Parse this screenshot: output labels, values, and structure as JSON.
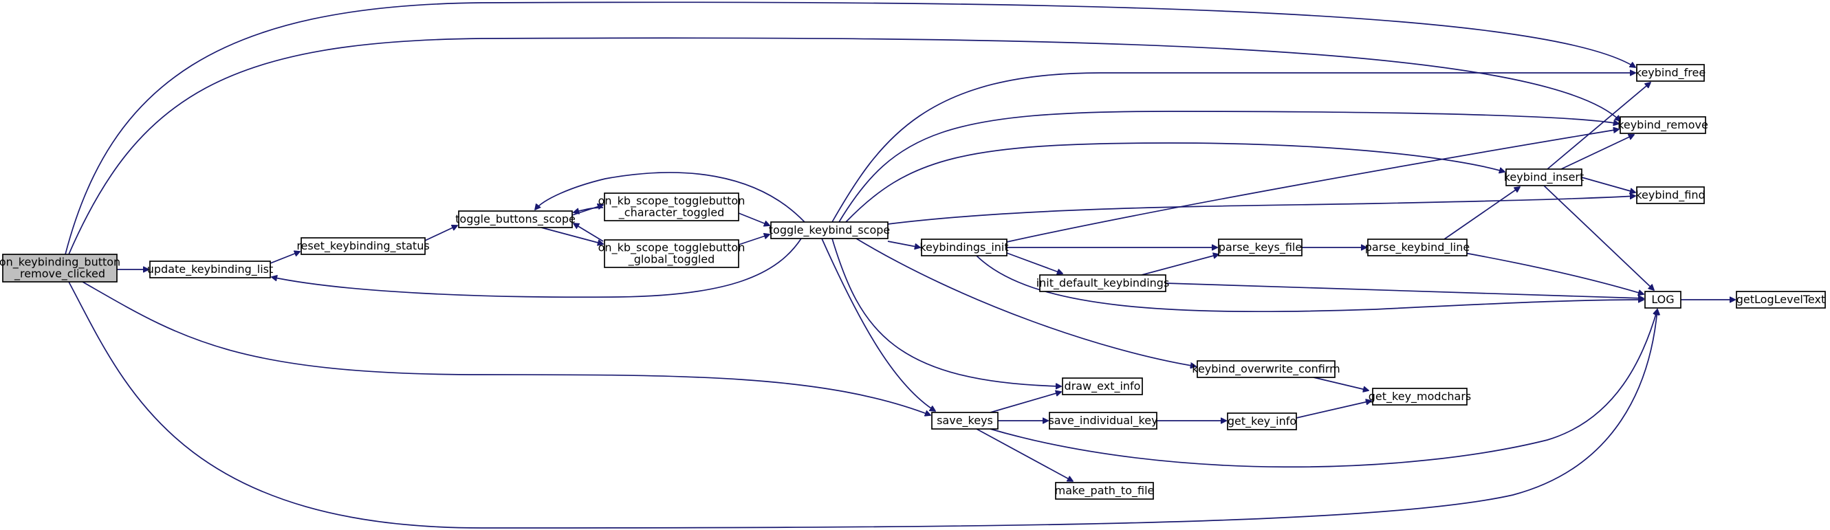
{
  "graph": {
    "colors": {
      "edge": "#191970",
      "node_border": "#000000",
      "root_fill": "#bfbfbf",
      "node_fill": "#ffffff"
    },
    "nodes": {
      "on_keybinding_button_remove_clicked": [
        "on_keybinding_button",
        "_remove_clicked"
      ],
      "update_keybinding_list": [
        "update_keybinding_list"
      ],
      "reset_keybinding_status": [
        "reset_keybinding_status"
      ],
      "toggle_buttons_scope": [
        "toggle_buttons_scope"
      ],
      "on_kb_scope_togglebutton_character_toggled": [
        "on_kb_scope_togglebutton",
        "_character_toggled"
      ],
      "on_kb_scope_togglebutton_global_toggled": [
        "on_kb_scope_togglebutton",
        "_global_toggled"
      ],
      "toggle_keybind_scope": [
        "toggle_keybind_scope"
      ],
      "keybindings_init": [
        "keybindings_init"
      ],
      "init_default_keybindings": [
        "init_default_keybindings"
      ],
      "parse_keys_file": [
        "parse_keys_file"
      ],
      "parse_keybind_line": [
        "parse_keybind_line"
      ],
      "keybind_insert": [
        "keybind_insert"
      ],
      "keybind_free": [
        "keybind_free"
      ],
      "keybind_remove": [
        "keybind_remove"
      ],
      "keybind_find": [
        "keybind_find"
      ],
      "LOG": [
        "LOG"
      ],
      "getLogLevelText": [
        "getLogLevelText"
      ],
      "keybind_overwrite_confirm": [
        "keybind_overwrite_confirm"
      ],
      "get_key_modchars": [
        "get_key_modchars"
      ],
      "draw_ext_info": [
        "draw_ext_info"
      ],
      "save_keys": [
        "save_keys"
      ],
      "save_individual_key": [
        "save_individual_key"
      ],
      "get_key_info": [
        "get_key_info"
      ],
      "make_path_to_file": [
        "make_path_to_file"
      ]
    },
    "edges": [
      [
        "on_keybinding_button_remove_clicked",
        "update_keybinding_list"
      ],
      [
        "on_keybinding_button_remove_clicked",
        "keybind_free"
      ],
      [
        "on_keybinding_button_remove_clicked",
        "keybind_remove"
      ],
      [
        "on_keybinding_button_remove_clicked",
        "save_keys"
      ],
      [
        "on_keybinding_button_remove_clicked",
        "LOG"
      ],
      [
        "update_keybinding_list",
        "reset_keybinding_status"
      ],
      [
        "reset_keybinding_status",
        "toggle_buttons_scope"
      ],
      [
        "toggle_buttons_scope",
        "on_kb_scope_togglebutton_character_toggled"
      ],
      [
        "toggle_buttons_scope",
        "on_kb_scope_togglebutton_global_toggled"
      ],
      [
        "on_kb_scope_togglebutton_character_toggled",
        "toggle_buttons_scope"
      ],
      [
        "on_kb_scope_togglebutton_character_toggled",
        "toggle_keybind_scope"
      ],
      [
        "on_kb_scope_togglebutton_global_toggled",
        "toggle_buttons_scope"
      ],
      [
        "on_kb_scope_togglebutton_global_toggled",
        "toggle_keybind_scope"
      ],
      [
        "toggle_keybind_scope",
        "toggle_buttons_scope"
      ],
      [
        "toggle_keybind_scope",
        "update_keybinding_list"
      ],
      [
        "toggle_keybind_scope",
        "keybind_free"
      ],
      [
        "toggle_keybind_scope",
        "keybind_remove"
      ],
      [
        "toggle_keybind_scope",
        "keybind_insert"
      ],
      [
        "toggle_keybind_scope",
        "keybind_find"
      ],
      [
        "toggle_keybind_scope",
        "keybindings_init"
      ],
      [
        "toggle_keybind_scope",
        "keybind_overwrite_confirm"
      ],
      [
        "toggle_keybind_scope",
        "draw_ext_info"
      ],
      [
        "toggle_keybind_scope",
        "save_keys"
      ],
      [
        "keybindings_init",
        "keybind_remove"
      ],
      [
        "keybindings_init",
        "parse_keys_file"
      ],
      [
        "keybindings_init",
        "init_default_keybindings"
      ],
      [
        "keybindings_init",
        "LOG"
      ],
      [
        "init_default_keybindings",
        "parse_keys_file"
      ],
      [
        "init_default_keybindings",
        "LOG"
      ],
      [
        "parse_keys_file",
        "parse_keybind_line"
      ],
      [
        "parse_keybind_line",
        "keybind_insert"
      ],
      [
        "parse_keybind_line",
        "LOG"
      ],
      [
        "keybind_insert",
        "keybind_free"
      ],
      [
        "keybind_insert",
        "keybind_remove"
      ],
      [
        "keybind_insert",
        "keybind_find"
      ],
      [
        "keybind_insert",
        "LOG"
      ],
      [
        "LOG",
        "getLogLevelText"
      ],
      [
        "keybind_overwrite_confirm",
        "get_key_modchars"
      ],
      [
        "save_keys",
        "draw_ext_info"
      ],
      [
        "save_keys",
        "save_individual_key"
      ],
      [
        "save_keys",
        "make_path_to_file"
      ],
      [
        "save_keys",
        "LOG"
      ],
      [
        "save_individual_key",
        "get_key_info"
      ],
      [
        "get_key_info",
        "get_key_modchars"
      ]
    ]
  }
}
